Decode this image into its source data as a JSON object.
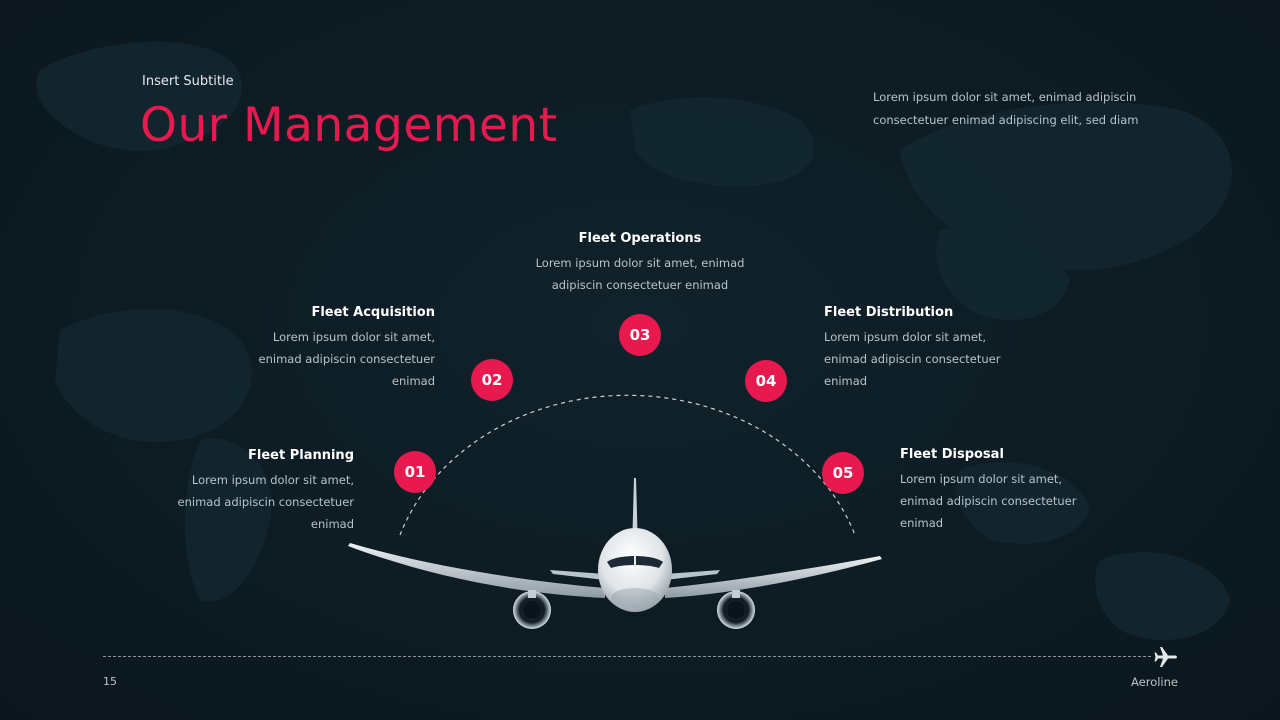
{
  "header": {
    "subtitle": "Insert Subtitle",
    "title": "Our Management",
    "description": "Lorem ipsum dolor sit amet, enimad adipiscin consectetuer enimad adipiscing elit, sed diam"
  },
  "items": [
    {
      "number": "01",
      "title": "Fleet Planning",
      "text": "Lorem ipsum dolor sit amet, enimad adipiscin consectetuer enimad"
    },
    {
      "number": "02",
      "title": "Fleet Acquisition",
      "text": "Lorem ipsum dolor sit amet, enimad adipiscin consectetuer enimad"
    },
    {
      "number": "03",
      "title": "Fleet Operations",
      "text": "Lorem ipsum dolor sit amet, enimad adipiscin consectetuer enimad"
    },
    {
      "number": "04",
      "title": "Fleet Distribution",
      "text": "Lorem ipsum dolor sit amet, enimad adipiscin consectetuer enimad"
    },
    {
      "number": "05",
      "title": "Fleet Disposal",
      "text": "Lorem ipsum dolor sit amet, enimad adipiscin consectetuer enimad"
    }
  ],
  "footer": {
    "page_number": "15",
    "brand": "Aeroline"
  },
  "colors": {
    "accent": "#e8194f",
    "background": "#0d1b22",
    "body_text": "#b9c3c8"
  },
  "icons": {
    "footer": "airplane-icon",
    "center_image": "airplane-front-image"
  }
}
